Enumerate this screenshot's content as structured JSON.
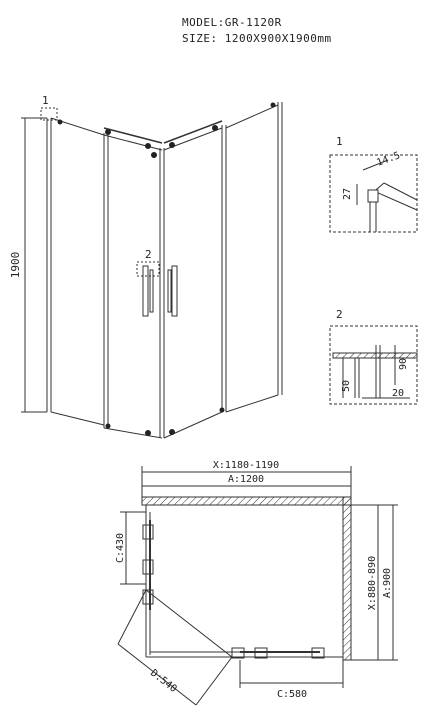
{
  "header": {
    "model": "MODEL:GR-1120R",
    "size": "SIZE: 1200X900X1900mm"
  },
  "elevation": {
    "height_label": "1900",
    "callout_1": "1",
    "callout_2": "2"
  },
  "detail_1": {
    "label": "1",
    "dim_a": "14.5",
    "dim_b": "27"
  },
  "detail_2": {
    "label": "2",
    "dim_a": "90",
    "dim_b": "50",
    "dim_c": "20"
  },
  "plan": {
    "x_range": "X:1180-1190",
    "a_width": "A:1200",
    "c_left": "C:430",
    "y_range": "X:880-890",
    "a_depth": "A:900",
    "d_diag": "D:540",
    "c_bottom": "C:580"
  }
}
